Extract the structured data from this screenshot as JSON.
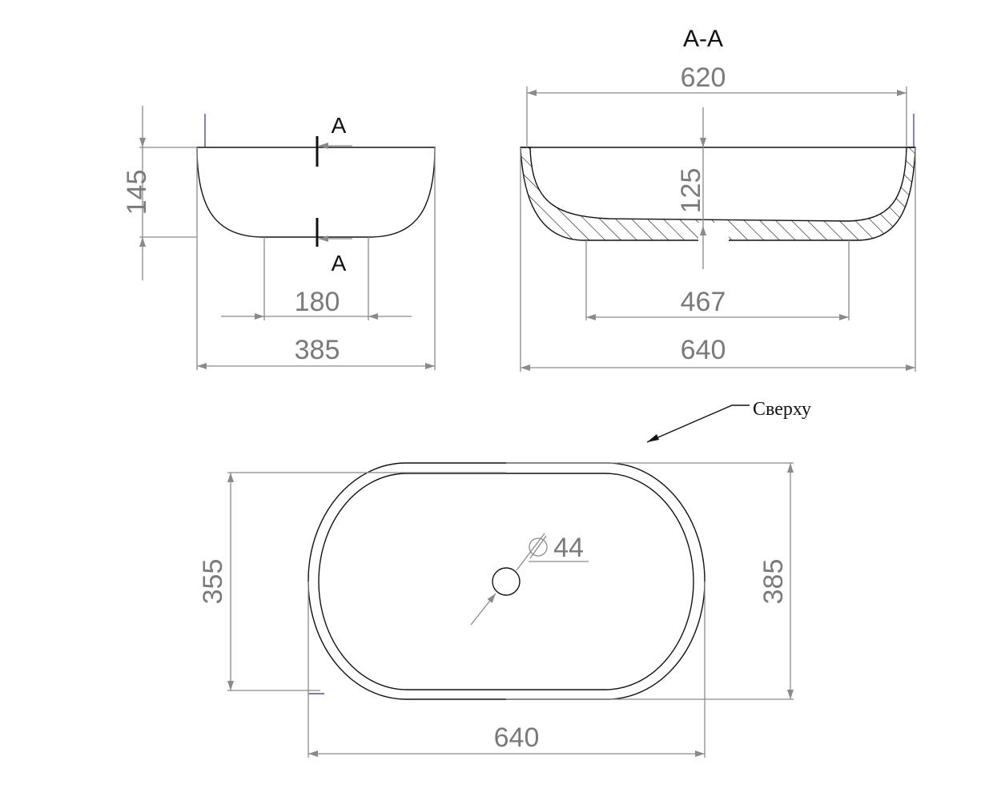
{
  "title": "Washbasin dimension drawing",
  "side_view": {
    "height": "145",
    "base_width": "180",
    "width": "385",
    "section_mark_top": "A",
    "section_mark_bottom": "A"
  },
  "section_view": {
    "title": "A-A",
    "inner_width": "620",
    "inner_depth": "125",
    "base_width": "467",
    "width": "640"
  },
  "top_view": {
    "label": "Сверху",
    "drain_diameter": "44",
    "inner_depth": "355",
    "depth": "385",
    "width": "640"
  },
  "colors": {
    "dimension": "#8a8a8a",
    "outline": "#111111",
    "marker": "#2a2aa8"
  }
}
